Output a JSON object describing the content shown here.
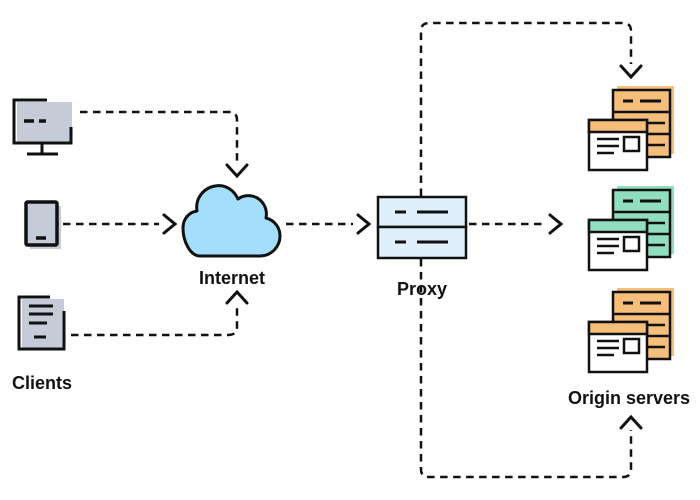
{
  "diagram": {
    "type": "proxy-network-architecture",
    "labels": {
      "clients": "Clients",
      "internet": "Internet",
      "proxy": "Proxy",
      "origin_servers": "Origin servers"
    },
    "nodes": [
      {
        "id": "client-desktop",
        "icon": "desktop-computer",
        "group": "Clients"
      },
      {
        "id": "client-phone",
        "icon": "mobile-phone",
        "group": "Clients"
      },
      {
        "id": "client-document",
        "icon": "document",
        "group": "Clients"
      },
      {
        "id": "internet",
        "icon": "cloud",
        "label": "Internet"
      },
      {
        "id": "proxy",
        "icon": "server-rack",
        "label": "Proxy"
      },
      {
        "id": "origin-server-1",
        "icon": "web-server",
        "color": "orange",
        "group": "Origin servers"
      },
      {
        "id": "origin-server-2",
        "icon": "web-server",
        "color": "green",
        "group": "Origin servers"
      },
      {
        "id": "origin-server-3",
        "icon": "web-server",
        "color": "orange",
        "group": "Origin servers"
      }
    ],
    "edges": [
      {
        "from": "client-desktop",
        "to": "internet",
        "style": "dashed",
        "arrow": "down",
        "route": "right-then-down"
      },
      {
        "from": "client-phone",
        "to": "internet",
        "style": "dashed",
        "arrow": "right",
        "route": "straight"
      },
      {
        "from": "client-document",
        "to": "internet",
        "style": "dashed",
        "arrow": "up",
        "route": "right-then-up"
      },
      {
        "from": "internet",
        "to": "proxy",
        "style": "dashed",
        "arrow": "right",
        "route": "straight"
      },
      {
        "from": "proxy",
        "to": "origin-server-1",
        "style": "dashed",
        "arrow": "down",
        "route": "up-right-down"
      },
      {
        "from": "proxy",
        "to": "origin-server-2",
        "style": "dashed",
        "arrow": "right",
        "route": "straight"
      },
      {
        "from": "proxy",
        "to": "origin-server-3",
        "style": "dashed",
        "arrow": "up",
        "route": "down-right-up"
      }
    ],
    "colors": {
      "background": "#FFFFFF",
      "stroke": "#111111",
      "client_fill": "#C5CBD7",
      "cloud_fill": "#A5DEFC",
      "proxy_fill": "#DFF0FB",
      "origin_orange": "#F6BE7B",
      "origin_green": "#90DDBF"
    }
  }
}
